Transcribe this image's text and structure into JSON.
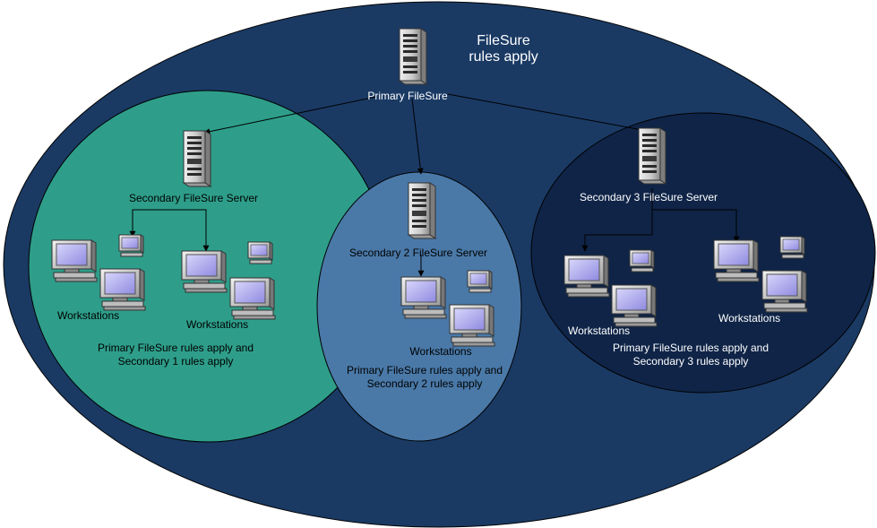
{
  "colors": {
    "outer": "#1a3a64",
    "zone1": "#2e9e8a",
    "zone2": "#4a79a8",
    "zone3": "#0f2447",
    "server_body": "#cfcfcf",
    "monitor_screen": "#b8b4f2",
    "connector": "#000000"
  },
  "diagram": {
    "title_line1": "FileSure",
    "title_line2": "rules apply",
    "primary_server": {
      "label": "Primary FileSure",
      "icon": "server-tower-icon"
    },
    "zone1": {
      "server_label": "Secondary FileSure Server",
      "workstations_a": "Workstations",
      "workstations_b": "Workstations",
      "rules_line1": "Primary FileSure rules apply and",
      "rules_line2": "Secondary 1 rules apply"
    },
    "zone2": {
      "server_label": "Secondary 2 FileSure Server",
      "workstations": "Workstations",
      "rules_line1": "Primary FileSure rules apply and",
      "rules_line2": "Secondary 2 rules apply"
    },
    "zone3": {
      "server_label": "Secondary 3 FileSure Server",
      "workstations_a": "Workstations",
      "workstations_b": "Workstations",
      "rules_line1": "Primary FileSure rules apply and",
      "rules_line2": "Secondary 3 rules apply"
    },
    "workstation_icon": "desktop-computer-icon"
  }
}
